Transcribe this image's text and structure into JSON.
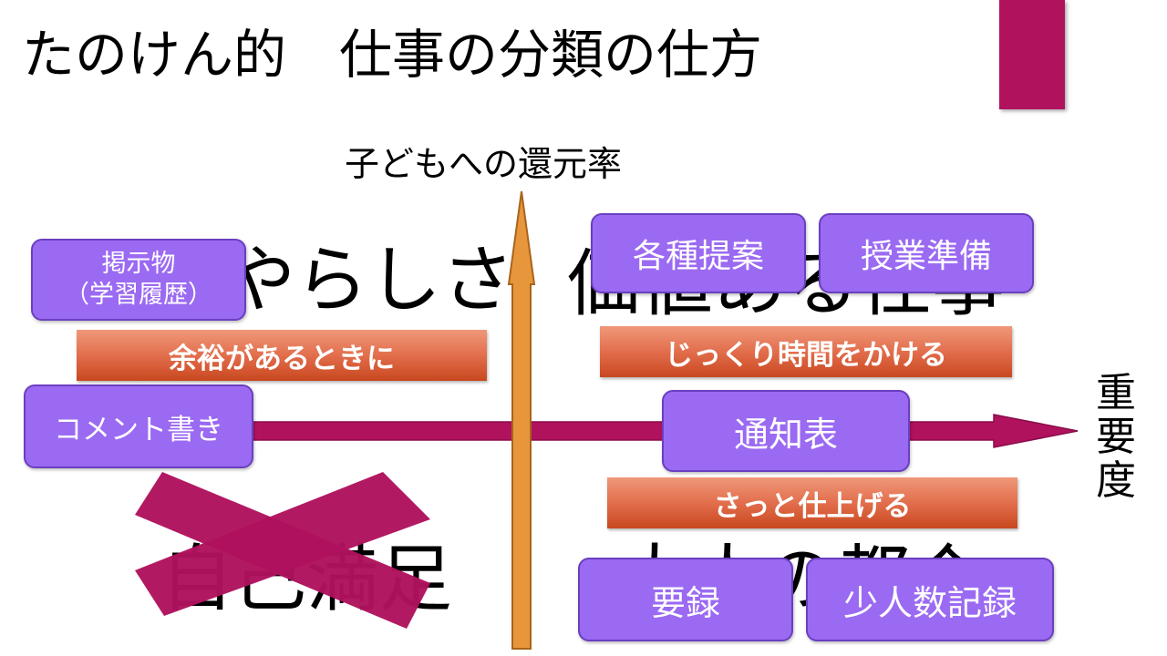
{
  "page": {
    "title": "たのけん的　仕事の分類の仕方",
    "accent_color": "#b0125e"
  },
  "axes": {
    "y_label": "子どもへの還元率",
    "x_label": "重要度",
    "y_axis_color": "#e8963c",
    "x_axis_color": "#b0125e"
  },
  "quadrants": {
    "top_left": "やらしさ",
    "top_right": "価値ある仕事",
    "bottom_left": "自己満足",
    "bottom_right": "大人の都合"
  },
  "banners": {
    "top_left": "余裕があるときに",
    "top_right": "じっくり時間をかける",
    "bottom_right": "さっと仕上げる"
  },
  "tasks": {
    "keiji": "掲示物\n（学習履歴）",
    "comment": "コメント書き",
    "teian": "各種提案",
    "jugyo": "授業準備",
    "tsuchi": "通知表",
    "yoroku": "要録",
    "shoninzu": "少人数記録"
  },
  "colors": {
    "task_box": "#9b6af2",
    "banner": "#e06a48",
    "cross_out": "#b0125e"
  }
}
